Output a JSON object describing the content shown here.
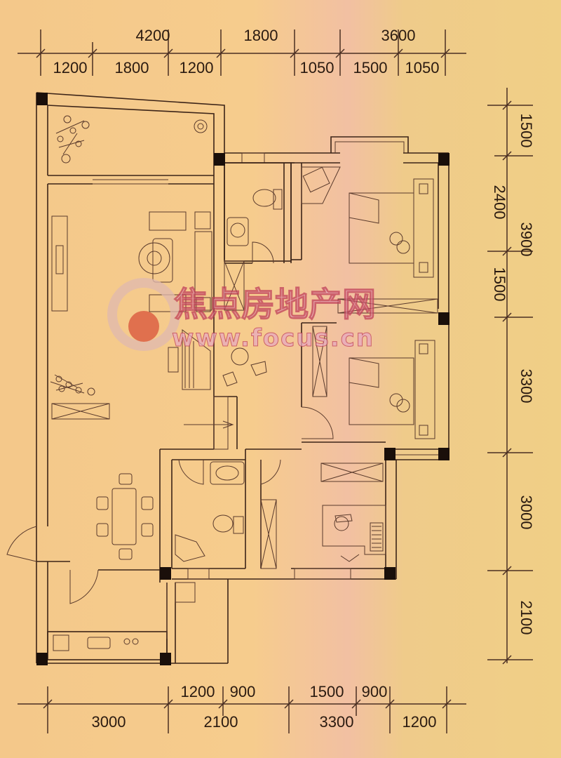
{
  "dimensions": {
    "top_outer": [
      "4200",
      "1800",
      "3600"
    ],
    "top_inner": [
      "1200",
      "1800",
      "1200",
      "1050",
      "1500",
      "1050"
    ],
    "bottom_inner": [
      "1200",
      "900",
      "1500",
      "900"
    ],
    "bottom_outer": [
      "3000",
      "2100",
      "3300",
      "1200"
    ],
    "right_outer": [
      "2400",
      "3300",
      "3000",
      "2100"
    ],
    "right_inner": [
      "1500",
      "3900",
      "1500"
    ]
  },
  "watermark": {
    "cn": "焦点房地产网",
    "url": "www.focus.cn"
  },
  "colors": {
    "line": "#3c2418",
    "pillar": "#1a0f0a",
    "watermark_red": "#d9533a",
    "watermark_pink": "#e8aac0"
  }
}
